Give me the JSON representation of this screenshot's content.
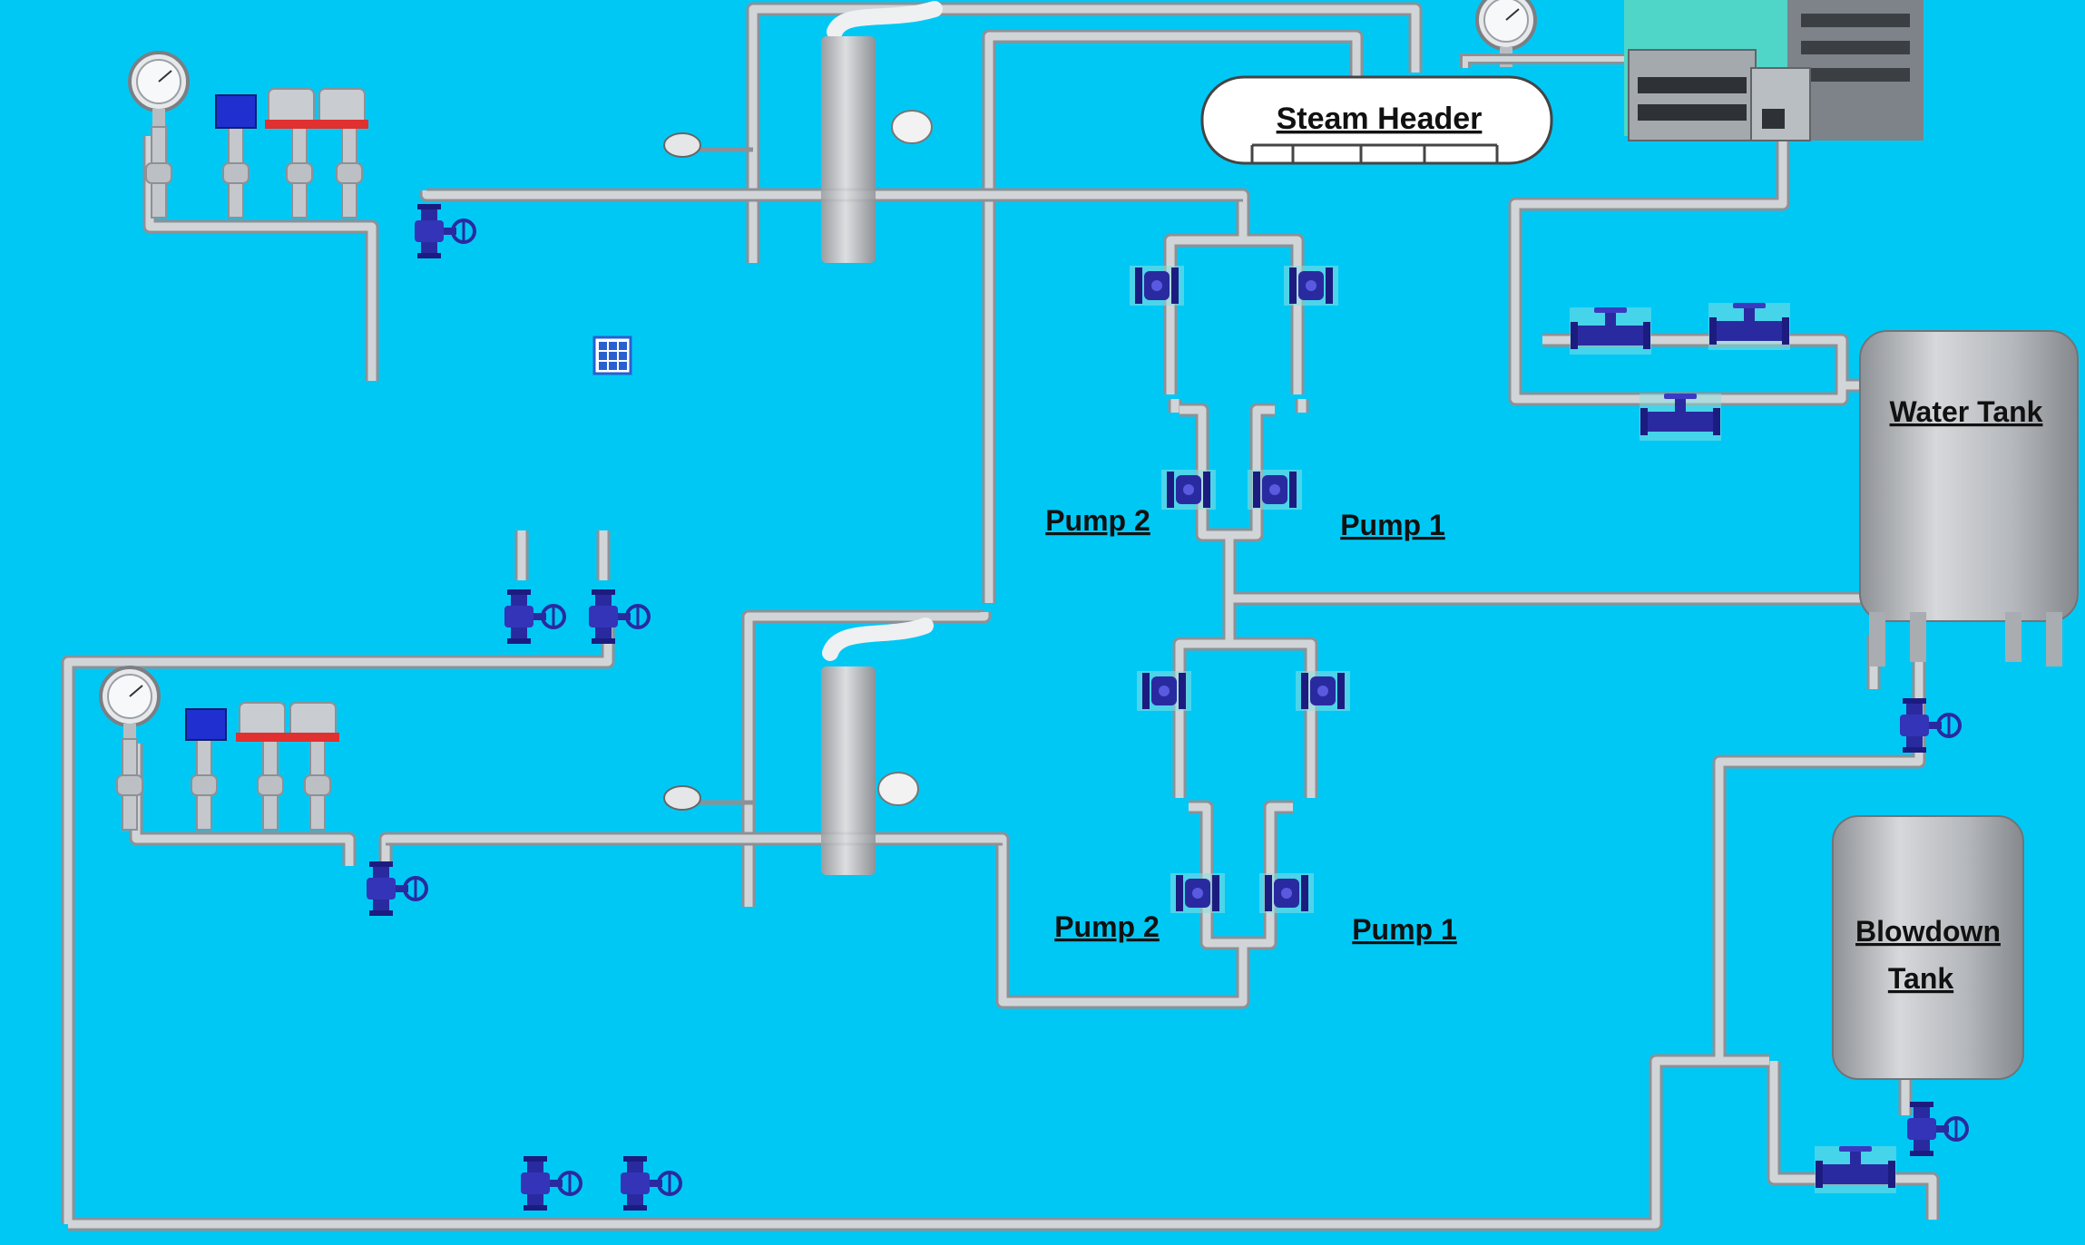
{
  "labels": {
    "steam_header": "Steam Header",
    "water_tank": "Water Tank",
    "blowdown_tank_line1": "Blowdown",
    "blowdown_tank_line2": "Tank",
    "pump2_upper": "Pump 2",
    "pump1_upper": "Pump 1",
    "pump2_lower": "Pump 2",
    "pump1_lower": "Pump 1"
  },
  "colors": {
    "background": "#00c8f5",
    "pipe": "#c9ccd0",
    "pipe_edge": "#8d9196",
    "valve": "#2a2aa0",
    "tank": "#b9bcc0",
    "building": "#8f959b"
  },
  "icons": [
    "pressure-gauge-icon",
    "gate-valve-icon",
    "flanged-valve-icon",
    "stack-icon",
    "motor-icon",
    "building-icon",
    "grid-icon"
  ]
}
